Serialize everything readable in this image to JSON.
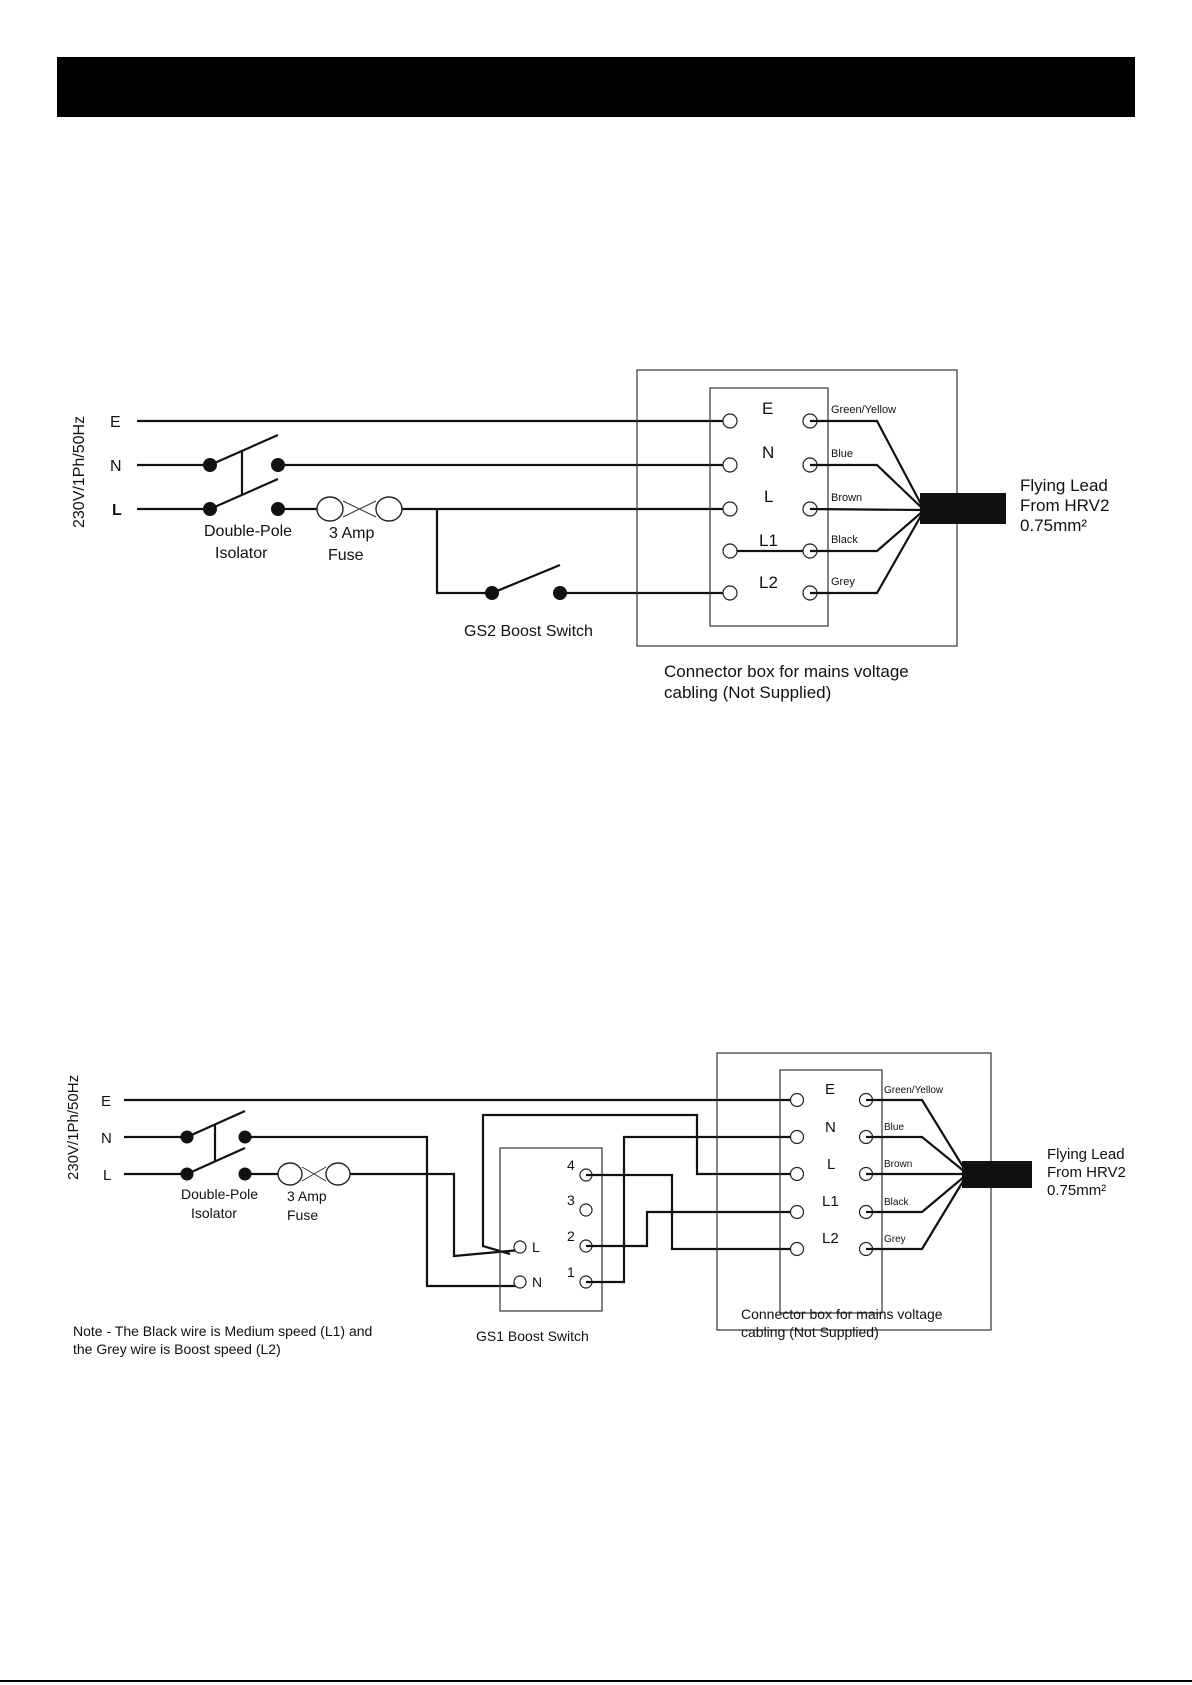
{
  "supply_label": "230V/1Ph/50Hz",
  "conductors": [
    "E",
    "N",
    "L"
  ],
  "isolator": {
    "line1": "Double-Pole",
    "line2": "Isolator"
  },
  "fuse": {
    "line1": "3 Amp",
    "line2": "Fuse"
  },
  "connector_terminals": [
    "E",
    "N",
    "L",
    "L1",
    "L2"
  ],
  "wire_colours": [
    "Green/Yellow",
    "Blue",
    "Brown",
    "Black",
    "Grey"
  ],
  "flying_lead": {
    "line1": "Flying Lead",
    "line2": "From HRV2",
    "line3": "0.75mm²"
  },
  "connector_box": {
    "line1": "Connector box for mains voltage",
    "line2": "cabling (Not Supplied)"
  },
  "diagram1": {
    "switch_label": "GS2 Boost Switch"
  },
  "diagram2": {
    "switch_label": "GS1 Boost Switch",
    "switch_terminals_right": [
      "4",
      "3",
      "2",
      "1"
    ],
    "switch_terminals_left": [
      "L",
      "N"
    ],
    "note_line1": "Note - The Black wire is Medium speed (L1) and",
    "note_line2": "the Grey wire is Boost speed (L2)"
  },
  "colors": {
    "ink": "#111111",
    "background": "#ffffff",
    "header": "#000000"
  }
}
